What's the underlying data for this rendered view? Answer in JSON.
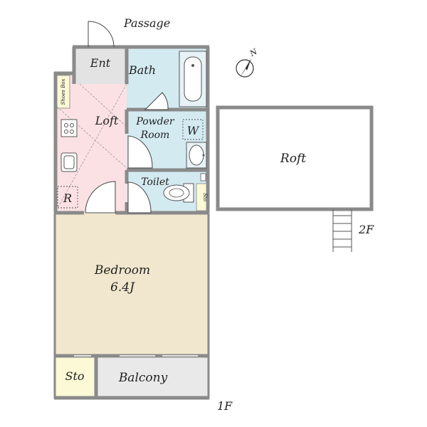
{
  "labels": {
    "passage": "Passage",
    "ent": "Ent",
    "bath": "Bath",
    "shoes_box": "Shoes Box",
    "loft": "Loft",
    "powder_room_line1": "Powder",
    "powder_room_line2": "Room",
    "washer": "W",
    "toilet": "Toilet",
    "storage_small": "Sto",
    "refrigerator": "R",
    "bedroom": "Bedroom",
    "bedroom_size": "6.4J",
    "storage": "Sto",
    "balcony": "Balcony",
    "floor1": "1F",
    "roft": "Roft",
    "floor2": "2F",
    "north": "N"
  },
  "colors": {
    "wall": "#8a8a8a",
    "ent_floor": "#e3e3e3",
    "loft_floor": "#fbe1e4",
    "wet_area": "#d3eaf1",
    "bedroom_floor": "#f1e7ce",
    "storage_floor": "#fbf9d6",
    "balcony_floor": "#e9e9e9"
  }
}
